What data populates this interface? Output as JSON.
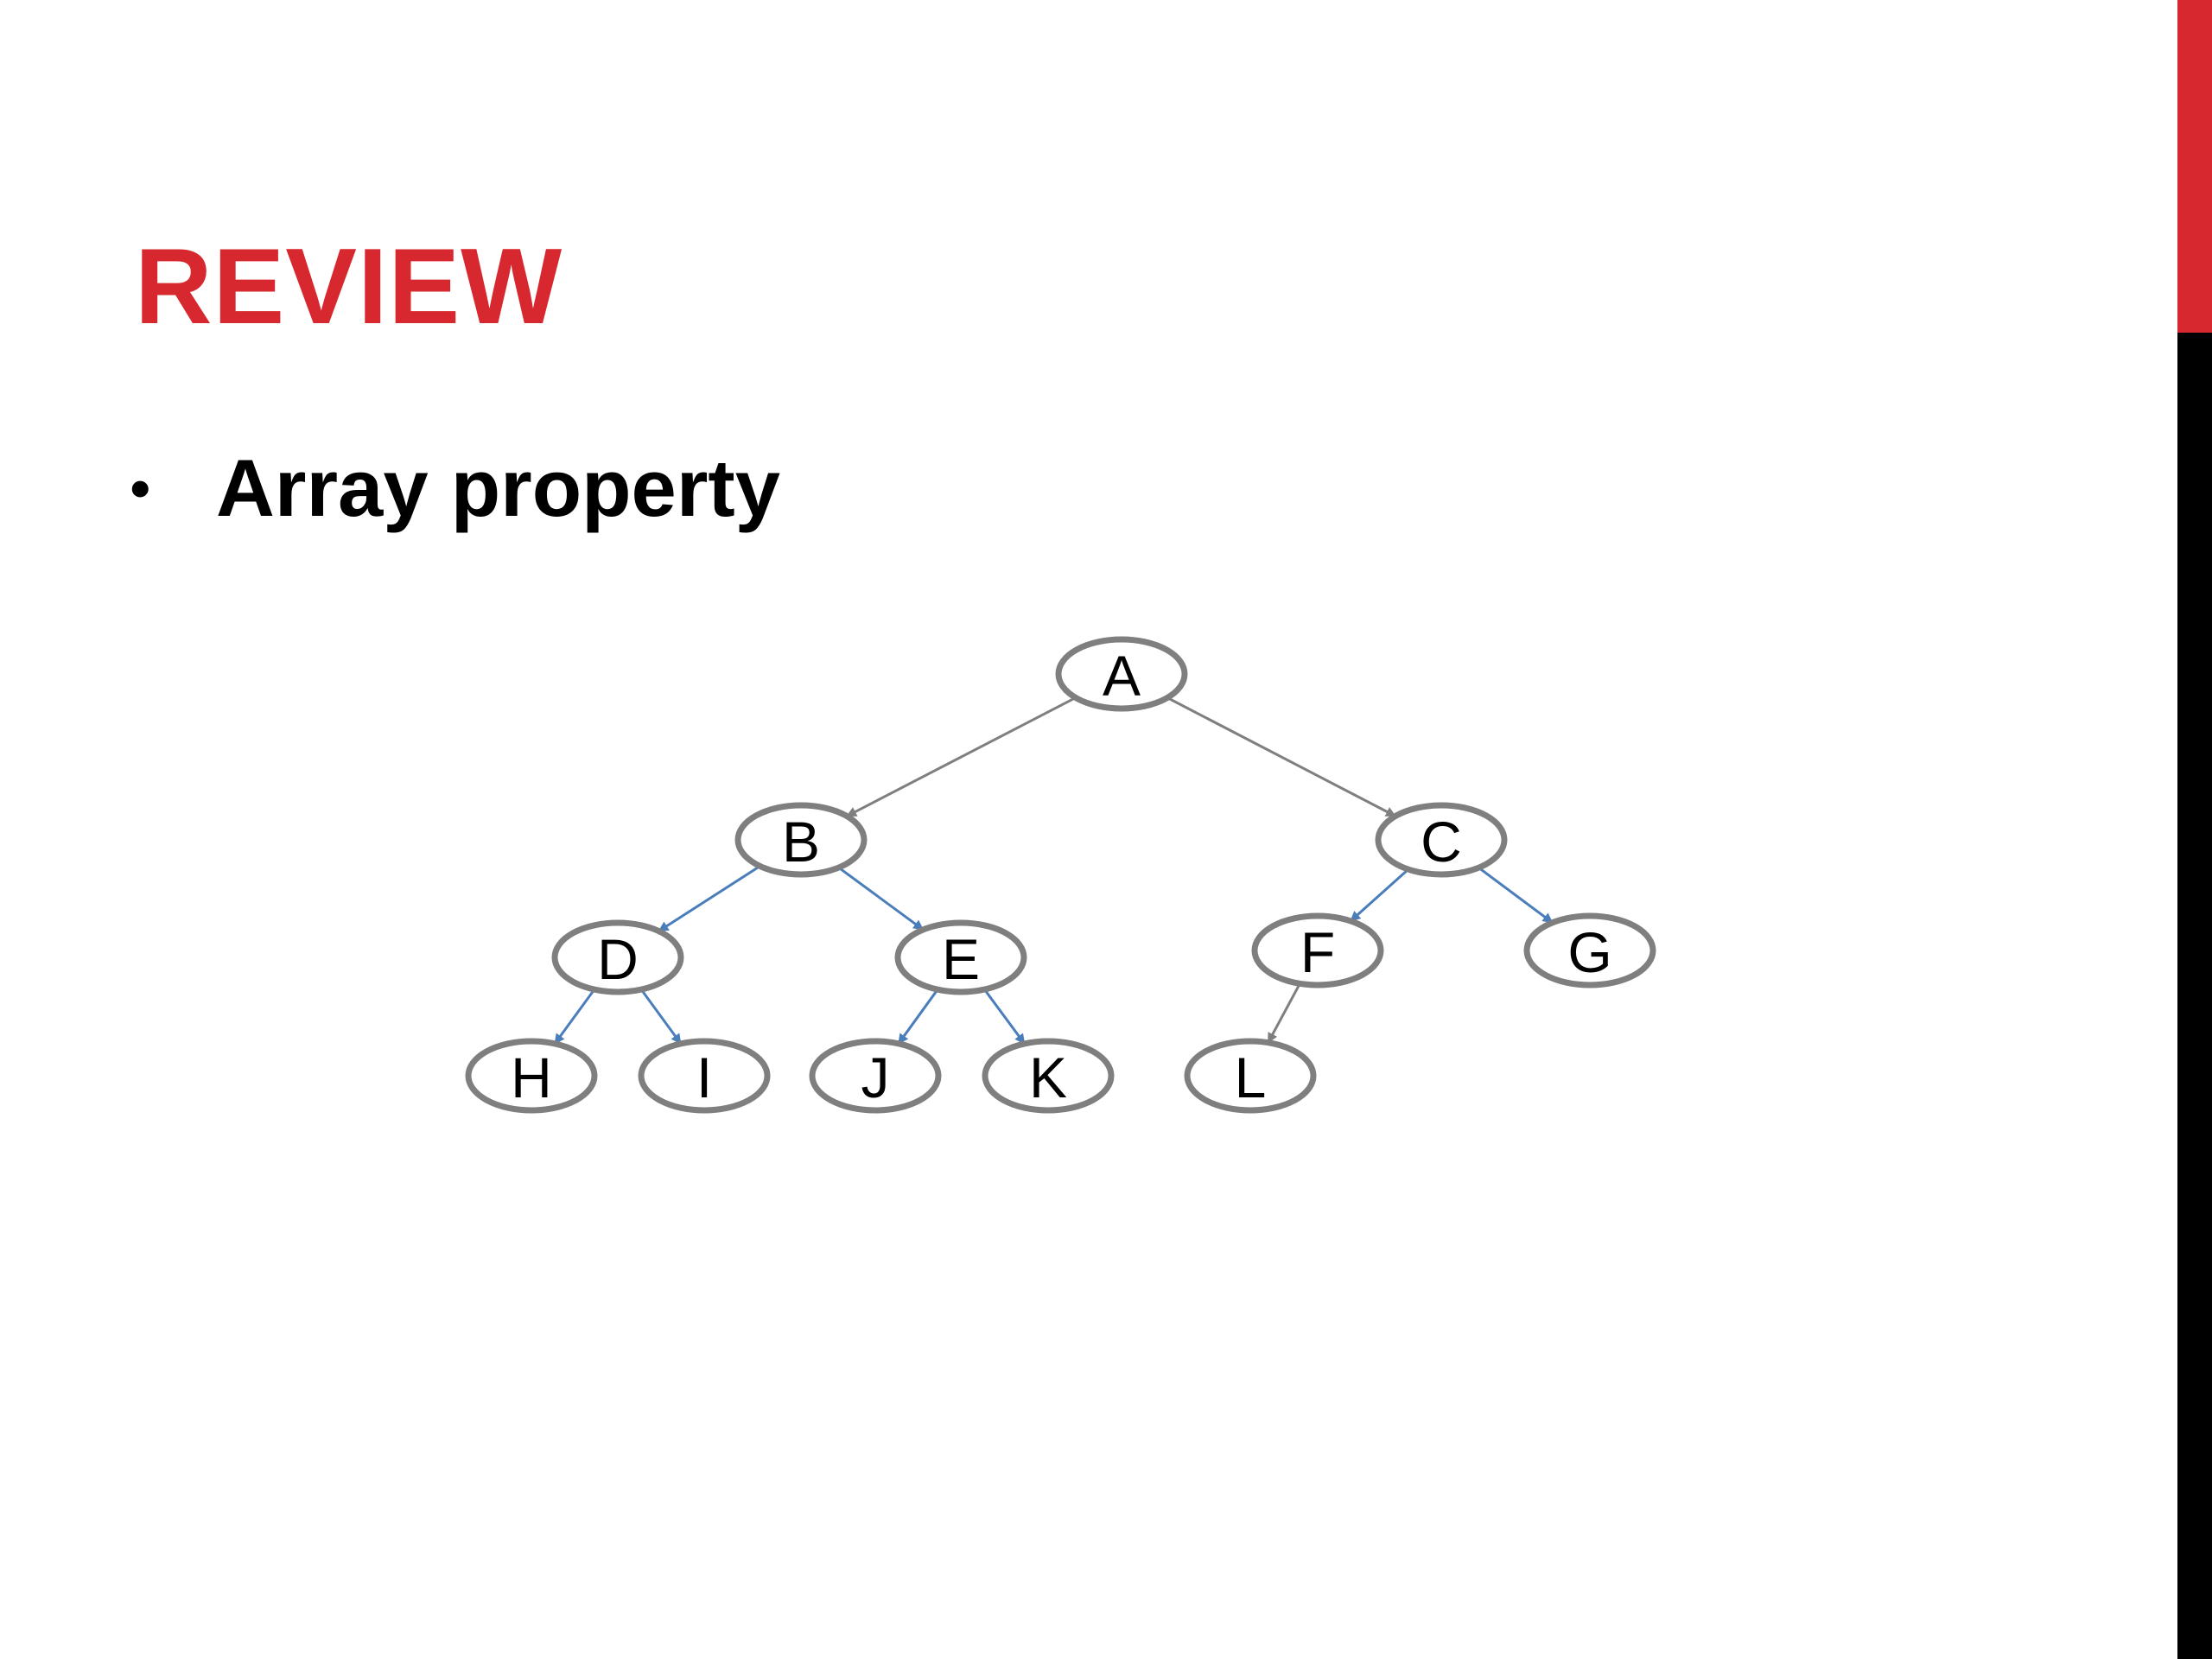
{
  "slide": {
    "title": "REVIEW",
    "bullet": {
      "symbol": "•",
      "text": "Array property"
    }
  },
  "colors": {
    "accent_red": "#d6282e",
    "accent_black": "#000000",
    "node_stroke": "#7f7f7f",
    "edge_gray": "#7f7f7f",
    "edge_blue": "#4a7ebb"
  },
  "tree": {
    "nodes": [
      {
        "id": "A",
        "label": "A"
      },
      {
        "id": "B",
        "label": "B"
      },
      {
        "id": "C",
        "label": "C"
      },
      {
        "id": "D",
        "label": "D"
      },
      {
        "id": "E",
        "label": "E"
      },
      {
        "id": "F",
        "label": "F"
      },
      {
        "id": "G",
        "label": "G"
      },
      {
        "id": "H",
        "label": "H"
      },
      {
        "id": "I",
        "label": "I"
      },
      {
        "id": "J",
        "label": "J"
      },
      {
        "id": "K",
        "label": "K"
      },
      {
        "id": "L",
        "label": "L"
      }
    ],
    "edges": [
      {
        "from": "A",
        "to": "B",
        "color": "gray"
      },
      {
        "from": "A",
        "to": "C",
        "color": "gray"
      },
      {
        "from": "B",
        "to": "D",
        "color": "blue"
      },
      {
        "from": "B",
        "to": "E",
        "color": "blue"
      },
      {
        "from": "C",
        "to": "F",
        "color": "blue"
      },
      {
        "from": "C",
        "to": "G",
        "color": "blue"
      },
      {
        "from": "D",
        "to": "H",
        "color": "blue"
      },
      {
        "from": "D",
        "to": "I",
        "color": "blue"
      },
      {
        "from": "E",
        "to": "J",
        "color": "blue"
      },
      {
        "from": "E",
        "to": "K",
        "color": "blue"
      },
      {
        "from": "F",
        "to": "L",
        "color": "gray"
      }
    ]
  }
}
